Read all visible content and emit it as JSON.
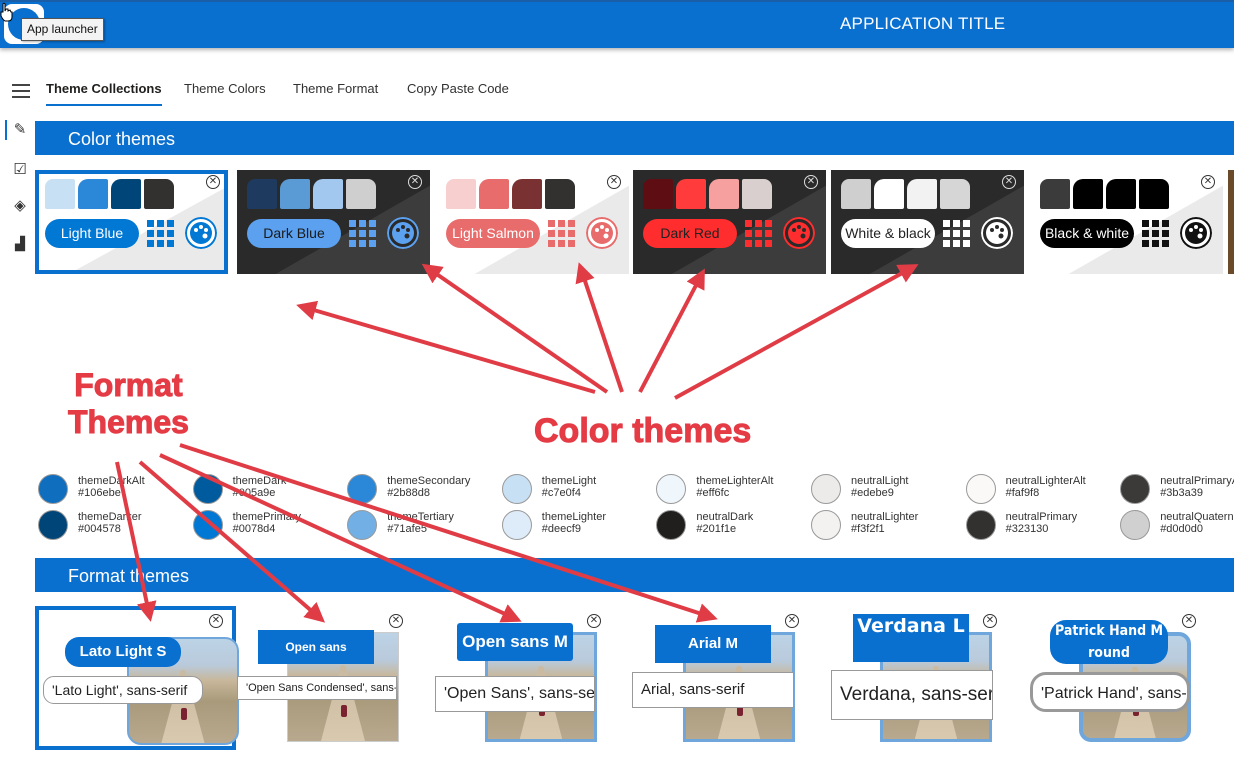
{
  "header": {
    "title": "APPLICATION TITLE",
    "launcher_tooltip": "App launcher"
  },
  "nav": {
    "tabs": [
      {
        "label": "Theme Collections",
        "active": true
      },
      {
        "label": "Theme Colors",
        "active": false
      },
      {
        "label": "Theme Format",
        "active": false
      },
      {
        "label": "Copy Paste Code",
        "active": false
      }
    ],
    "side_icons": [
      "brush-ruler-icon",
      "edit-chart-icon",
      "diamond-arrows-icon",
      "bar-chart-icon"
    ]
  },
  "color_section": {
    "title": "Color themes",
    "themes": [
      {
        "name": "Light Blue",
        "bg": "#ffffff",
        "tri": "#eaeaea",
        "squares": [
          "#c7e0f4",
          "#2b88d8",
          "#004578",
          "#323130"
        ],
        "pill_bg": "#0078d4",
        "pill_fg": "#ffffff",
        "accent": "#0078d4",
        "selected": true
      },
      {
        "name": "Dark Blue",
        "bg": "#2a2a2a",
        "tri": "#3c3c3c",
        "squares": [
          "#1e3a5f",
          "#5b9bd5",
          "#a3c8f0",
          "#cfcfcf"
        ],
        "pill_bg": "#5ba1ef",
        "pill_fg": "#1a1a1a",
        "accent": "#5ba1ef",
        "selected": false
      },
      {
        "name": "Light Salmon",
        "bg": "#ffffff",
        "tri": "#eaeaea",
        "squares": [
          "#f7cfcf",
          "#e86c6c",
          "#7a3131",
          "#323130"
        ],
        "pill_bg": "#e86c6c",
        "pill_fg": "#ffffff",
        "accent": "#e86c6c",
        "selected": false
      },
      {
        "name": "Dark Red",
        "bg": "#2a2a2a",
        "tri": "#3c3c3c",
        "squares": [
          "#5e0e12",
          "#ff3b3b",
          "#f7a0a0",
          "#d9cfcf"
        ],
        "pill_bg": "#ff2d2d",
        "pill_fg": "#222222",
        "accent": "#ff2d2d",
        "selected": false
      },
      {
        "name": "White & black",
        "bg": "#2a2a2a",
        "tri": "#3c3c3c",
        "squares": [
          "#cfcfcf",
          "#ffffff",
          "#f2f2f2",
          "#d6d6d6"
        ],
        "pill_bg": "#ffffff",
        "pill_fg": "#222222",
        "accent": "#ffffff",
        "selected": false
      },
      {
        "name": "Black & white",
        "bg": "#ffffff",
        "tri": "#eaeaea",
        "squares": [
          "#3b3b3b",
          "#000000",
          "#000000",
          "#000000"
        ],
        "pill_bg": "#000000",
        "pill_fg": "#ffffff",
        "accent": "#111111",
        "selected": false
      }
    ]
  },
  "swatches": [
    {
      "name": "themeDarkAlt",
      "hex": "#106ebe",
      "color": "#106ebe"
    },
    {
      "name": "themeDark",
      "hex": "#005a9e",
      "color": "#005a9e"
    },
    {
      "name": "themeSecondary",
      "hex": "#2b88d8",
      "color": "#2b88d8"
    },
    {
      "name": "themeLight",
      "hex": "#c7e0f4",
      "color": "#c7e0f4"
    },
    {
      "name": "themeLighterAlt",
      "hex": "#eff6fc",
      "color": "#eff6fc"
    },
    {
      "name": "neutralLight",
      "hex": "#edebe9",
      "color": "#edebe9"
    },
    {
      "name": "neutralLighterAlt",
      "hex": "#faf9f8",
      "color": "#faf9f8"
    },
    {
      "name": "neutralPrimaryAlt",
      "hex": "#3b3a39",
      "color": "#3b3a39"
    },
    {
      "name": "themeDarker",
      "hex": "#004578",
      "color": "#004578"
    },
    {
      "name": "themePrimary",
      "hex": "#0078d4",
      "color": "#0078d4"
    },
    {
      "name": "themeTertiary",
      "hex": "#71afe5",
      "color": "#71afe5"
    },
    {
      "name": "themeLighter",
      "hex": "#deecf9",
      "color": "#deecf9"
    },
    {
      "name": "neutralDark",
      "hex": "#201f1e",
      "color": "#201f1e"
    },
    {
      "name": "neutralLighter",
      "hex": "#f3f2f1",
      "color": "#f3f2f1"
    },
    {
      "name": "neutralPrimary",
      "hex": "#323130",
      "color": "#323130"
    },
    {
      "name": "neutralQuaternary",
      "hex": "#d0d0d0",
      "color": "#d0d0d0"
    }
  ],
  "format_section": {
    "title": "Format themes",
    "themes": [
      {
        "tag": "Lato Light S round",
        "sample": "'Lato Light', sans-serif",
        "selected": true
      },
      {
        "tag": "Open sans condens. S",
        "sample": "'Open Sans Condensed', sans-serif",
        "selected": false
      },
      {
        "tag": "Open sans M",
        "sample": "'Open Sans', sans-serif",
        "selected": false
      },
      {
        "tag": "Arial M",
        "sample": "Arial, sans-serif",
        "selected": false
      },
      {
        "tag": "Verdana L",
        "sample": "Verdana, sans-serif",
        "selected": false
      },
      {
        "tag": "Patrick Hand M round",
        "sample": "'Patrick Hand', sans-serif",
        "selected": false
      }
    ]
  },
  "annotations": {
    "format_themes_label": "Format\nThemes",
    "color_themes_label": "Color themes",
    "arrow_color": "#e03c46"
  }
}
